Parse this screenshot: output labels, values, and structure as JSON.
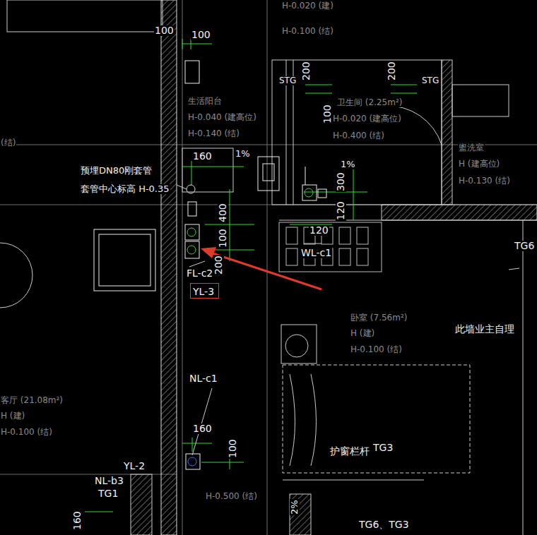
{
  "diagram": {
    "nodes": [
      {
        "text": [
          "YL-3"
        ]
      }
    ],
    "labels": [
      "H-0.020 (建)",
      "H-0.100 (结)",
      "100",
      "100",
      "STG",
      "200",
      "200",
      "STG",
      "生活阳台",
      "H-0.040 (建高位)",
      "H-0.140 (结)",
      "卫生间 (2.25m²)",
      "H-0.020 (建高位)",
      "H-0.400 (结)",
      "100",
      "1%",
      "1%",
      "盥洗室",
      "H (建高位)",
      "H-0.130 (结)",
      "(结)",
      "预埋DN80刚套管",
      "套管中心标高 H-0.35",
      "160",
      "400",
      "100",
      "300",
      "120",
      "120",
      "WL-c1",
      "FL-c2",
      "200",
      "TG6",
      "卧室 (7.56m²)",
      "H (建)",
      "H-0.100 (结)",
      "此墙业主自理",
      "NL-c1",
      "160",
      "100",
      "客厅 (21.08m²)",
      "H (建)",
      "H-0.100 (结)",
      "护窗栏杆",
      "TG3",
      "YL-2",
      "NL-b3",
      "TG1",
      "160",
      "H-0.500 (结)",
      "2%",
      "TG6、TG3"
    ]
  }
}
